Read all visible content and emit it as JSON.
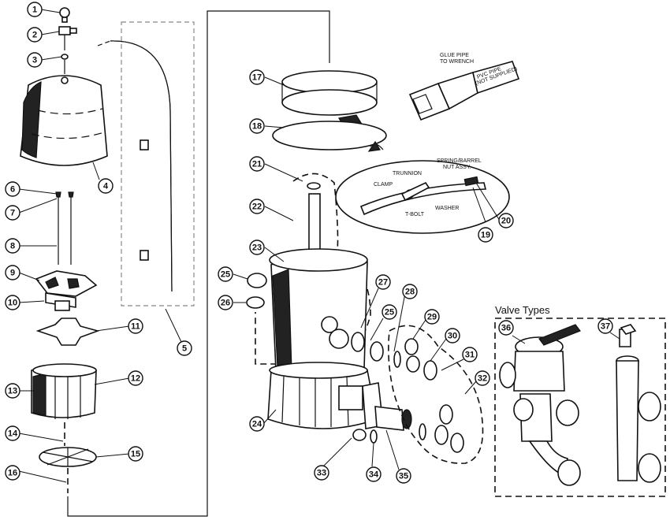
{
  "diagram": {
    "section_title": "Valve Types",
    "inset_labels": {
      "clamp": "CLAMP",
      "trunnion": "TRUNNION",
      "spring_barrel_1": "SPRING/BARREL",
      "spring_barrel_2": "NUT ASSY.",
      "t_bolt": "T-BOLT",
      "washer": "WASHER"
    },
    "tool_labels": {
      "glue_pipe_1": "GLUE PIPE",
      "glue_pipe_2": "TO WRENCH",
      "pvc_pipe_1": "PVC PIPE",
      "pvc_pipe_2": "(NOT SUPPLIED)"
    },
    "callouts": [
      "1",
      "2",
      "3",
      "4",
      "5",
      "6",
      "7",
      "8",
      "9",
      "10",
      "11",
      "12",
      "13",
      "14",
      "15",
      "16",
      "17",
      "18",
      "19",
      "20",
      "21",
      "22",
      "23",
      "24",
      "25",
      "26",
      "27",
      "28",
      "29",
      "30",
      "31",
      "32",
      "33",
      "34",
      "35",
      "36",
      "37",
      "25"
    ]
  }
}
